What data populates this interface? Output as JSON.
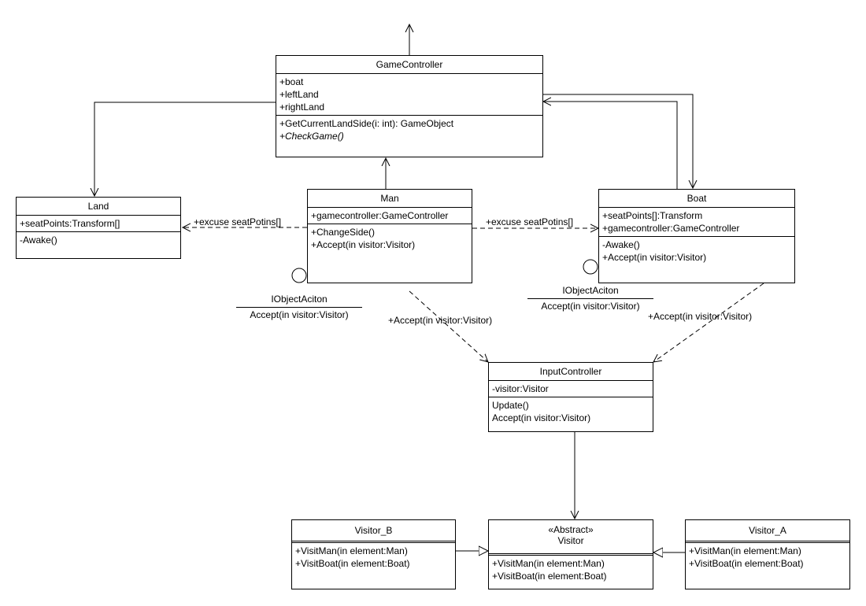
{
  "classes": {
    "game_controller": {
      "name": "GameController",
      "attributes": [
        "+boat",
        "+leftLand",
        "+rightLand"
      ],
      "operations": [
        "+GetCurrentLandSide(i: int): GameObject"
      ],
      "abstract_operations": [
        "+CheckGame()"
      ]
    },
    "land": {
      "name": "Land",
      "attributes": [
        "+seatPoints:Transform[]"
      ],
      "operations": [
        "-Awake()"
      ]
    },
    "man": {
      "name": "Man",
      "attributes": [
        "+gamecontroller:GameController"
      ],
      "operations": [
        "+ChangeSide()",
        "+Accept(in visitor:Visitor)"
      ]
    },
    "boat": {
      "name": "Boat",
      "attributes": [
        "+seatPoints[]:Transform",
        "+gamecontroller:GameController"
      ],
      "operations": [
        "-Awake()",
        "+Accept(in visitor:Visitor)"
      ]
    },
    "input_controller": {
      "name": "InputController",
      "attributes": [
        "-visitor:Visitor"
      ],
      "operations": [
        "Update()",
        "Accept(in visitor:Visitor)"
      ]
    },
    "visitor": {
      "stereotype": "«Abstract»",
      "name": "Visitor",
      "operations": [
        "+VisitMan(in element:Man)",
        "+VisitBoat(in element:Boat)"
      ]
    },
    "visitor_b": {
      "name": "Visitor_B",
      "operations": [
        "+VisitMan(in element:Man)",
        "+VisitBoat(in element:Boat)"
      ]
    },
    "visitor_a": {
      "name": "Visitor_A",
      "operations": [
        "+VisitMan(in element:Man)",
        "+VisitBoat(in element:Boat)"
      ]
    }
  },
  "interfaces": {
    "man_iface": {
      "name": "IObjectAciton",
      "operation": "Accept(in visitor:Visitor)"
    },
    "boat_iface": {
      "name": "IObjectAciton",
      "operation": "Accept(in visitor:Visitor)"
    }
  },
  "edge_labels": {
    "man_to_land": "+excuse seatPotins[]",
    "man_to_boat": "+excuse seatPotins[]",
    "man_to_input": "+Accept(in visitor:Visitor)",
    "boat_to_input": "+Accept(in visitor:Visitor)"
  }
}
